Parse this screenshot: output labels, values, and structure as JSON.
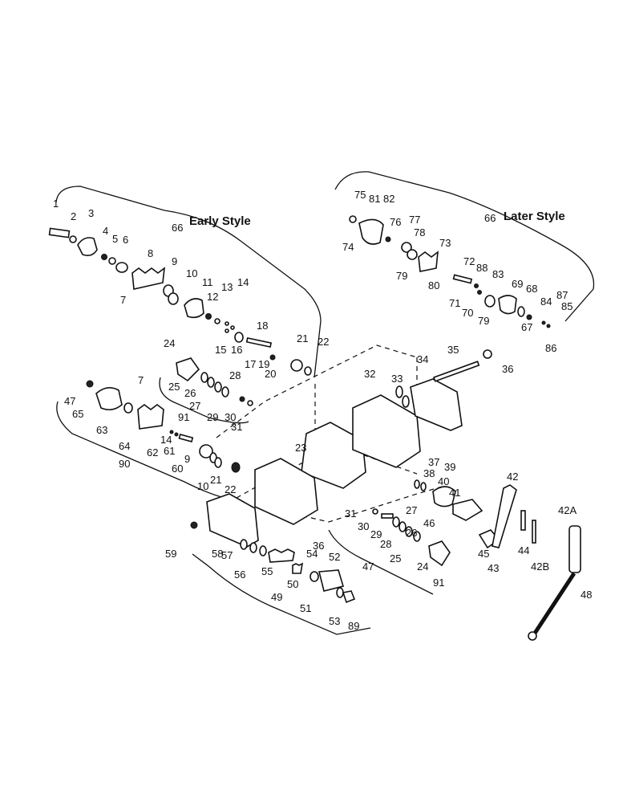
{
  "titles": {
    "early": "Early Style",
    "later": "Later Style",
    "early_num": "66",
    "later_num": "66"
  },
  "labels": [
    "1",
    "2",
    "3",
    "4",
    "5",
    "6",
    "7",
    "8",
    "9",
    "10",
    "11",
    "12",
    "13",
    "14",
    "15",
    "16",
    "17",
    "18",
    "19",
    "20",
    "21",
    "22",
    "24",
    "25",
    "26",
    "27",
    "28",
    "29",
    "30",
    "31",
    "91",
    "7",
    "47",
    "65",
    "63",
    "64",
    "14",
    "62",
    "61",
    "60",
    "9",
    "21",
    "10",
    "22",
    "90",
    "75",
    "81",
    "82",
    "76",
    "77",
    "78",
    "74",
    "73",
    "72",
    "88",
    "79",
    "80",
    "71",
    "70",
    "83",
    "69",
    "68",
    "79",
    "67",
    "84",
    "87",
    "85",
    "86",
    "32",
    "33",
    "34",
    "35",
    "36",
    "23",
    "37",
    "38",
    "39",
    "40",
    "41",
    "42",
    "42A",
    "31",
    "30",
    "29",
    "28",
    "27",
    "26",
    "25",
    "24",
    "91",
    "47",
    "46",
    "45",
    "43",
    "44",
    "42B",
    "48",
    "36",
    "59",
    "58",
    "57",
    "56",
    "55",
    "49",
    "50",
    "51",
    "54",
    "52",
    "53",
    "89"
  ]
}
